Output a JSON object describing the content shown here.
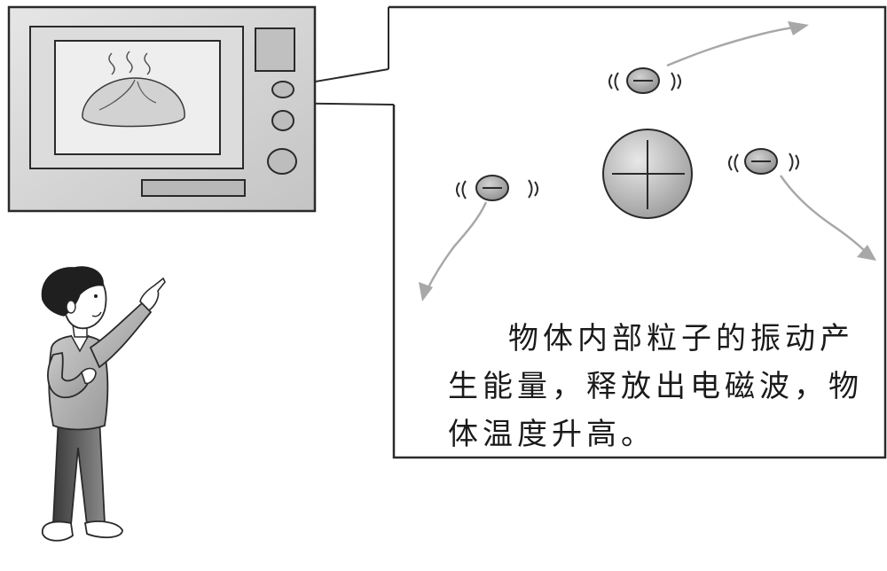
{
  "caption": {
    "line1": "物体内部粒子的振动产",
    "line2": "生能量，释放出电磁波，物",
    "line3": "体温度升高。"
  },
  "particles": {
    "positive_symbol": "+",
    "negative_symbol": "−"
  },
  "colors": {
    "stroke": "#2a2a2a",
    "microwave_body": "#d7d7d7",
    "microwave_window": "#eeeeee",
    "particle_fill": "#a9a9a9",
    "arrow": "#a8a8a8"
  }
}
